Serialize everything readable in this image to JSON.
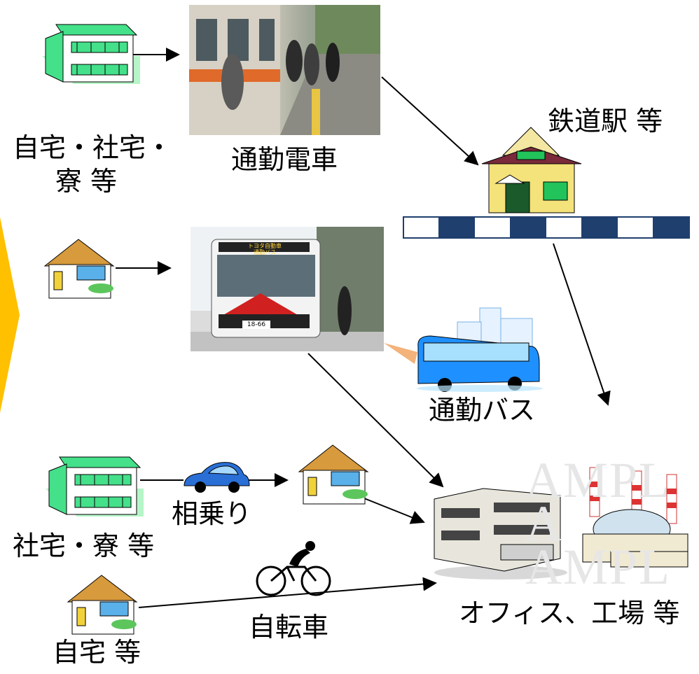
{
  "labels": {
    "home_company_dorm_line1": "自宅・社宅・",
    "home_company_dorm_line2": "寮  等",
    "commuter_train": "通勤電車",
    "railway_station": "鉄道駅  等",
    "commuter_bus": "通勤バス",
    "carpool": "相乗り",
    "company_dorm": "社宅・寮  等",
    "home": "自宅  等",
    "bicycle": "自転車",
    "office_factory": "オフィス、工場  等"
  },
  "photos": {
    "bus_sign_line1": "トヨタ自動車",
    "bus_sign_line2": "通勤バス",
    "bus_plate": "18-66"
  },
  "watermark": {
    "line1": "AMPL",
    "line2": "A",
    "line3": "AMPL"
  },
  "colors": {
    "apartment_green": "#44e08a",
    "station_platform_navy": "#1f3f6e",
    "sidebar_orange": "#ffc000",
    "bus_blue": "#1e90ff",
    "car_blue": "#2a6fd6",
    "train_orange": "#e06a2a"
  }
}
